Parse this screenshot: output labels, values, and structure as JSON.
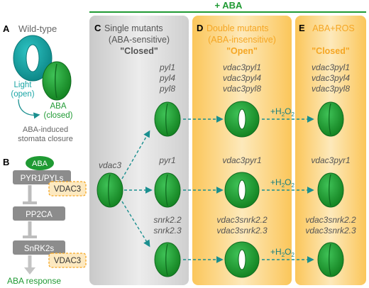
{
  "colors": {
    "green": "#1f9a33",
    "green_dark": "#0f6b1f",
    "teal": "#1aa5a5",
    "teal_dark": "#0a7777",
    "orange": "#f5a623",
    "gray_text": "#666666",
    "panel_gray": "#d9d9d9",
    "panel_orange": "#fcd57a",
    "box_gray": "#8c8c8c",
    "vdac_fill": "#fde9c0",
    "arrow_teal": "#1a8f8f"
  },
  "header": {
    "label": "+ ABA"
  },
  "panelA": {
    "letter": "A",
    "title": "Wild-type",
    "light_line1": "Light",
    "light_line2": "(open)",
    "aba_line1": "ABA",
    "aba_line2": "(closed)",
    "caption_line1": "ABA-induced",
    "caption_line2": "stomata closure"
  },
  "panelB": {
    "letter": "B",
    "aba": "ABA",
    "pyr": "PYR1/PYLs",
    "vdac_top": "VDAC3",
    "pp2ca": "PP2CA",
    "snrk": "SnRK2s",
    "vdac_bottom": "VDAC3",
    "response": "ABA response"
  },
  "panelC": {
    "letter": "C",
    "title_line1": "Single mutants",
    "title_line2": "(ABA-sensitive)",
    "status": "\"Closed\"",
    "vdac3": "vdac3",
    "row1": [
      "pyl1",
      "pyl4",
      "pyl8"
    ],
    "row2": [
      "pyr1"
    ],
    "row3": [
      "snrk2.2",
      "snrk2.3"
    ]
  },
  "panelD": {
    "letter": "D",
    "title_line1": "Double mutants",
    "title_line2": "(ABA-insensitive)",
    "status": "\"Open\"",
    "row1": [
      "vdac3pyl1",
      "vdac3pyl4",
      "vdac3pyl8"
    ],
    "row2": [
      "vdac3pyr1"
    ],
    "row3": [
      "vdac3snrk2.2",
      "vdac3snrk2.3"
    ]
  },
  "panelE": {
    "letter": "E",
    "title_line1": "ABA+ROS",
    "status": "\"Closed\"",
    "row1": [
      "vdac3pyl1",
      "vdac3pyl4",
      "vdac3pyl8"
    ],
    "row2": [
      "vdac3pyr1"
    ],
    "row3": [
      "vdac3snrk2.2",
      "vdac3snrk2.3"
    ]
  },
  "h2o2": {
    "plus_h": "+H",
    "sub2": "2",
    "o": "O",
    "sub2b": "2"
  }
}
